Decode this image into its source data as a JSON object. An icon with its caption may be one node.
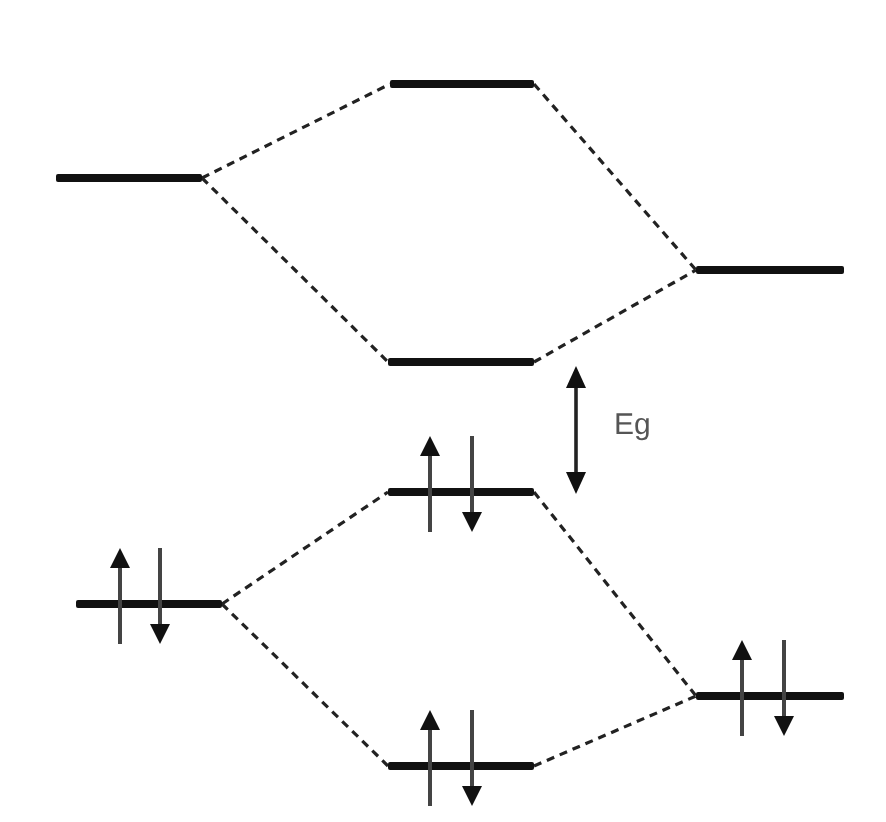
{
  "diagram": {
    "nodes": [
      {
        "text": [],
        "shape": "bar"
      },
      {
        "text": [],
        "shape": "bar"
      },
      {
        "text": [],
        "shape": "bar"
      },
      {
        "text": [],
        "shape": "bar"
      },
      {
        "text": [],
        "shape": "bar"
      },
      {
        "text": [],
        "shape": "bar"
      },
      {
        "text": [],
        "shape": "bar"
      },
      {
        "text": [],
        "shape": "bar"
      }
    ],
    "edges": [
      {
        "from": 0,
        "to": 1,
        "arrow": "none",
        "style": "dashed"
      },
      {
        "from": 0,
        "to": 2,
        "arrow": "none",
        "style": "dashed"
      },
      {
        "from": 1,
        "to": 3,
        "arrow": "none",
        "style": "dashed"
      },
      {
        "from": 2,
        "to": 3,
        "arrow": "none",
        "style": "dashed"
      },
      {
        "from": 4,
        "to": 5,
        "arrow": "none",
        "style": "dashed"
      },
      {
        "from": 4,
        "to": 6,
        "arrow": "none",
        "style": "dashed"
      },
      {
        "from": 5,
        "to": 7,
        "arrow": "none",
        "style": "dashed"
      },
      {
        "from": 6,
        "to": 7,
        "arrow": "none",
        "style": "dashed"
      }
    ],
    "labels": [
      "Eg"
    ]
  }
}
